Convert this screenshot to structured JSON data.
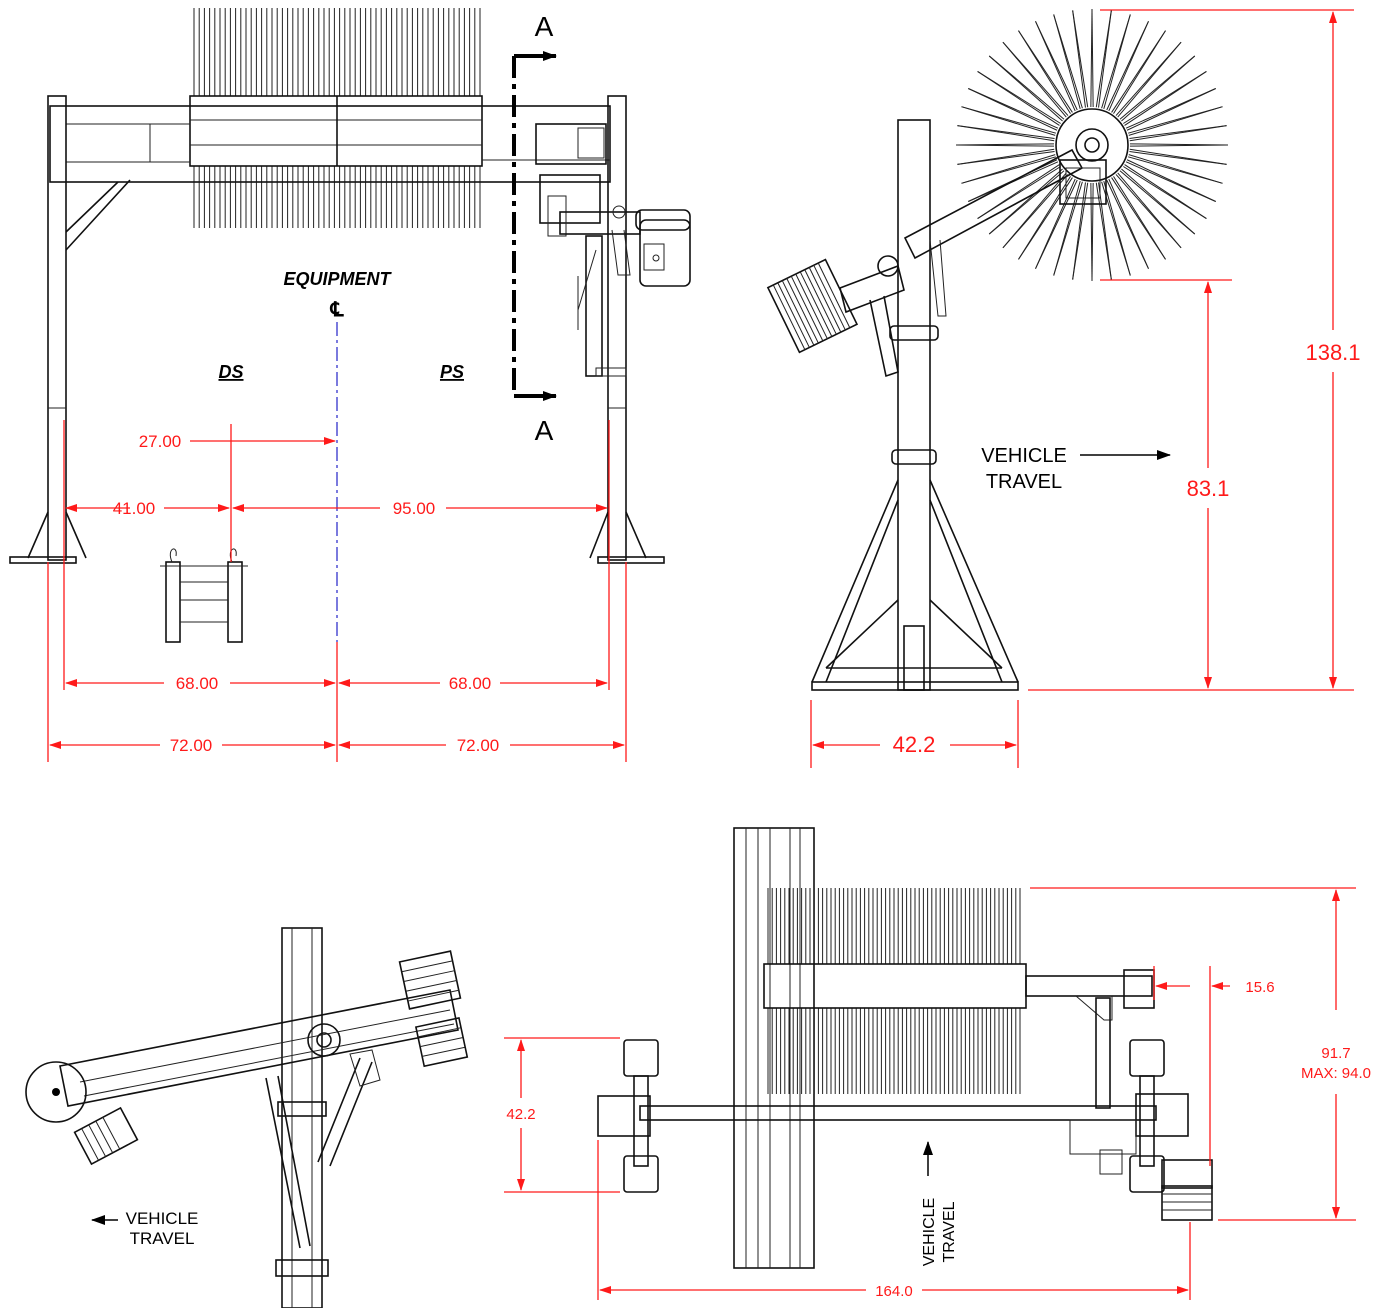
{
  "colors": {
    "dimension": "#ff1a1a",
    "centerline": "#3333cc",
    "linework": "#111111"
  },
  "front_view": {
    "section_label_top": "A",
    "section_label_bottom": "A",
    "equipment_label": "EQUIPMENT",
    "centerline_symbol": "℄",
    "driver_side_label": "DS",
    "passenger_side_label": "PS",
    "dim_27": "27.00",
    "dim_41": "41.00",
    "dim_95": "95.00",
    "dim_68_left": "68.00",
    "dim_68_right": "68.00",
    "dim_72_left": "72.00",
    "dim_72_right": "72.00"
  },
  "side_view": {
    "vehicle_travel_line1": "VEHICLE",
    "vehicle_travel_line2": "TRAVEL",
    "dim_overall_height": "138.1",
    "dim_lower_height": "83.1",
    "dim_base_width": "42.2"
  },
  "plan_view_left": {
    "vehicle_travel_line1": "VEHICLE",
    "vehicle_travel_line2": "TRAVEL"
  },
  "plan_view_right": {
    "dim_15_6": "15.6",
    "dim_91_7": "91.7",
    "dim_max": "MAX: 94.0",
    "dim_42_2": "42.2",
    "dim_164": "164.0",
    "vehicle_travel_line1": "VEHICLE",
    "vehicle_travel_line2": "TRAVEL"
  }
}
